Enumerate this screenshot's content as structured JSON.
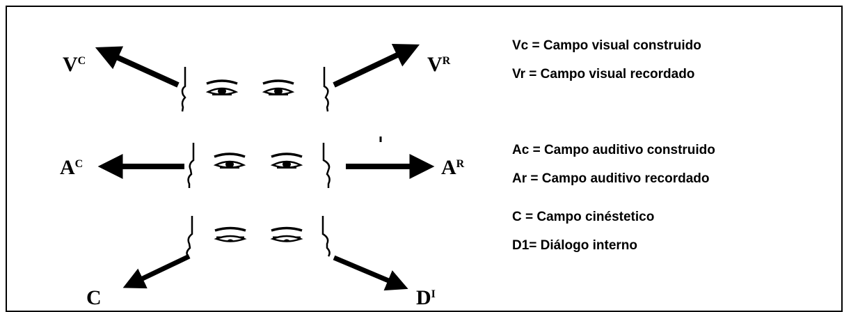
{
  "diagram": {
    "labels": {
      "visual_constructed": {
        "main": "V",
        "sup": "C"
      },
      "visual_remembered": {
        "main": "V",
        "sup": "R"
      },
      "auditory_constructed": {
        "main": "A",
        "sup": "C"
      },
      "auditory_remembered": {
        "main": "A",
        "sup": "R"
      },
      "kinesthetic": {
        "main": "C",
        "sup": ""
      },
      "internal_dialogue": {
        "main": "D",
        "sup": "I"
      }
    }
  },
  "legend": {
    "vc": "Vc = Campo visual construido",
    "vr": "Vr = Campo visual recordado",
    "ac": "Ac = Campo auditivo construido",
    "ar": "Ar = Campo auditivo recordado",
    "c": "C = Campo cinéstetico",
    "d1": "D1= Diálogo interno"
  }
}
